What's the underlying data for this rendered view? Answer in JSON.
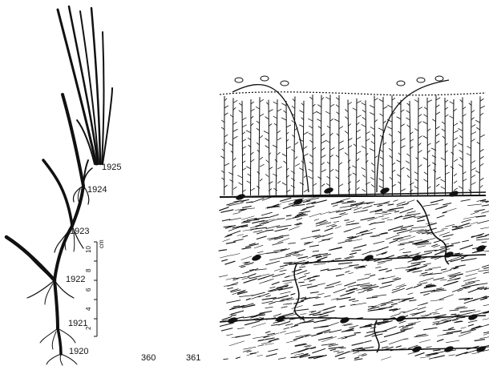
{
  "figures": [
    {
      "number": "360",
      "years": [
        "1925",
        "1924",
        "1923",
        "1922",
        "1921",
        "1920"
      ],
      "scale": {
        "ticks": [
          "2",
          "4",
          "6",
          "8",
          "10"
        ],
        "unit": "cm"
      }
    },
    {
      "number": "361"
    }
  ],
  "colors": {
    "ink": "#111111",
    "paper": "#ffffff"
  }
}
